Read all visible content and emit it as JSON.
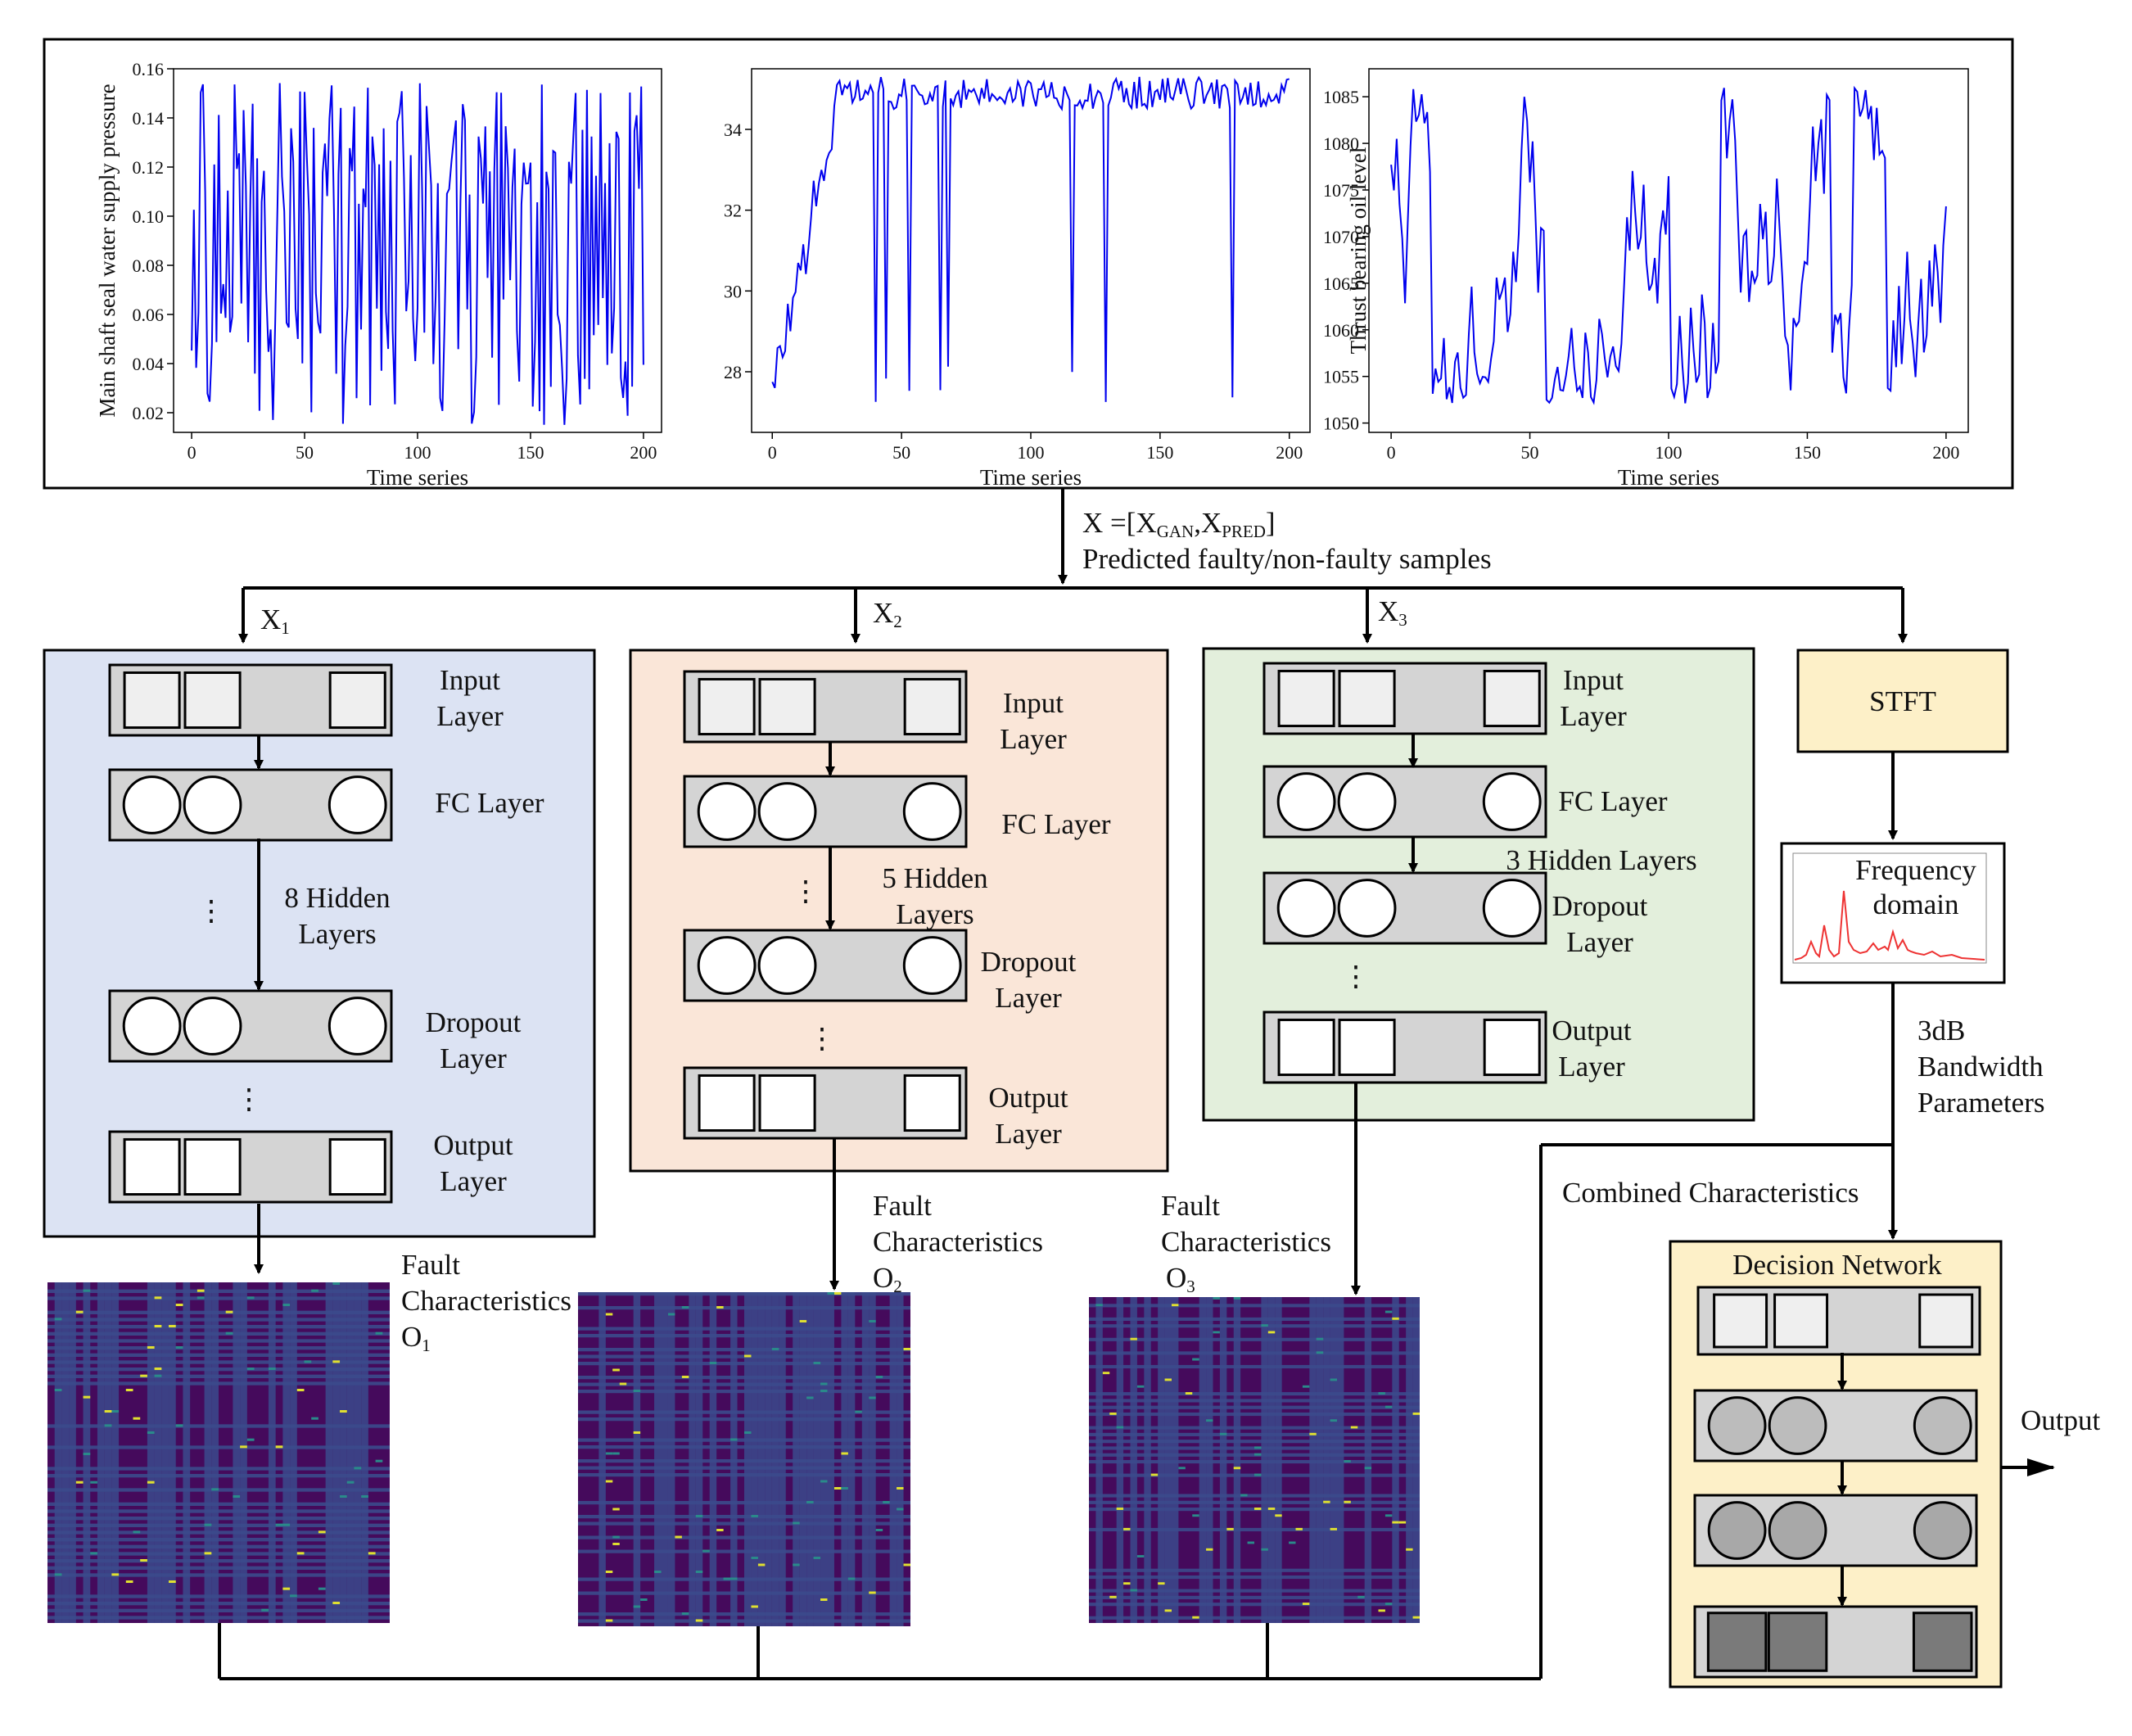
{
  "top_plots": [
    {
      "xlabel": "Time series",
      "ylabel": "Main shaft seal water supply pressure",
      "xticks": [
        "0",
        "50",
        "100",
        "150",
        "200"
      ],
      "yticks": [
        "0.02",
        "0.04",
        "0.06",
        "0.08",
        "0.10",
        "0.12",
        "0.14",
        "0.16"
      ],
      "ylim": [
        0.012,
        0.16
      ],
      "xlim": [
        -8,
        208
      ],
      "color": "#0000ee"
    },
    {
      "xlabel": "Time series",
      "ylabel": "",
      "xticks": [
        "0",
        "50",
        "100",
        "150",
        "200"
      ],
      "yticks": [
        "28",
        "30",
        "32",
        "34"
      ],
      "ylim": [
        26.5,
        35.5
      ],
      "xlim": [
        -8,
        208
      ],
      "color": "#0000ee"
    },
    {
      "xlabel": "Time series",
      "ylabel": "Thrust bearing oil level",
      "xticks": [
        "0",
        "50",
        "100",
        "150",
        "200"
      ],
      "yticks": [
        "1050",
        "1055",
        "1060",
        "1065",
        "1070",
        "1075",
        "1080",
        "1085"
      ],
      "ylim": [
        1049,
        1088
      ],
      "xlim": [
        -8,
        208
      ],
      "color": "#0000ee"
    }
  ],
  "input_label": {
    "main": "X =[X",
    "sub1": "GAN",
    "mid": ",X",
    "sub2": "PRED",
    "end": "]",
    "line2": "Predicted faulty/non-faulty samples"
  },
  "branches": {
    "x1": {
      "base": "X",
      "sub": "1"
    },
    "x2": {
      "base": "X",
      "sub": "2"
    },
    "x3": {
      "base": "X",
      "sub": "3"
    }
  },
  "net1": {
    "input": [
      "Input",
      "Layer"
    ],
    "fc": "FC Layer",
    "hidden": [
      "8 Hidden",
      "Layers"
    ],
    "dropout": [
      "Dropout",
      "Layer"
    ],
    "output": [
      "Output",
      "Layer"
    ],
    "bg": "#dce3f3"
  },
  "net2": {
    "input": [
      "Input",
      "Layer"
    ],
    "fc": "FC Layer",
    "hidden": [
      "5 Hidden",
      "Layers"
    ],
    "dropout": [
      "Dropout",
      "Layer"
    ],
    "output": [
      "Output",
      "Layer"
    ],
    "bg": "#fae6d8"
  },
  "net3": {
    "input": [
      "Input",
      "Layer"
    ],
    "fc": "FC Layer",
    "hidden": "3 Hidden Layers",
    "dropout": [
      "Dropout",
      "Layer"
    ],
    "output": [
      "Output",
      "Layer"
    ],
    "bg": "#e3efdc"
  },
  "fault": {
    "o1": {
      "l1": "Fault",
      "l2": "Characteristics",
      "base": "O",
      "sub": "1"
    },
    "o2": {
      "l1": "Fault",
      "l2": "Characteristics",
      "base": "O",
      "sub": "2"
    },
    "o3": {
      "l1": "Fault",
      "l2": "Characteristics",
      "base": "O",
      "sub": "3"
    }
  },
  "stft": {
    "label": "STFT",
    "bg": "#fdf0c8"
  },
  "freq": {
    "l1": "Frequency",
    "l2": "domain"
  },
  "bandwidth": [
    "3dB",
    "Bandwidth",
    "Parameters"
  ],
  "combined": "Combined Characteristics",
  "decision": {
    "title": "Decision Network",
    "bg": "#fdf0c8"
  },
  "output_label": "Output",
  "colors": {
    "layer_bar": "#d4d4d4",
    "heatmap_dark": "#450a5c",
    "heatmap_mid": "#3b4a8c",
    "heatmap_teal": "#2a8a8a",
    "heatmap_yellow": "#e0e030",
    "decision_node_light": "#bcbcbc",
    "decision_node_dark": "#7a7a7a"
  }
}
